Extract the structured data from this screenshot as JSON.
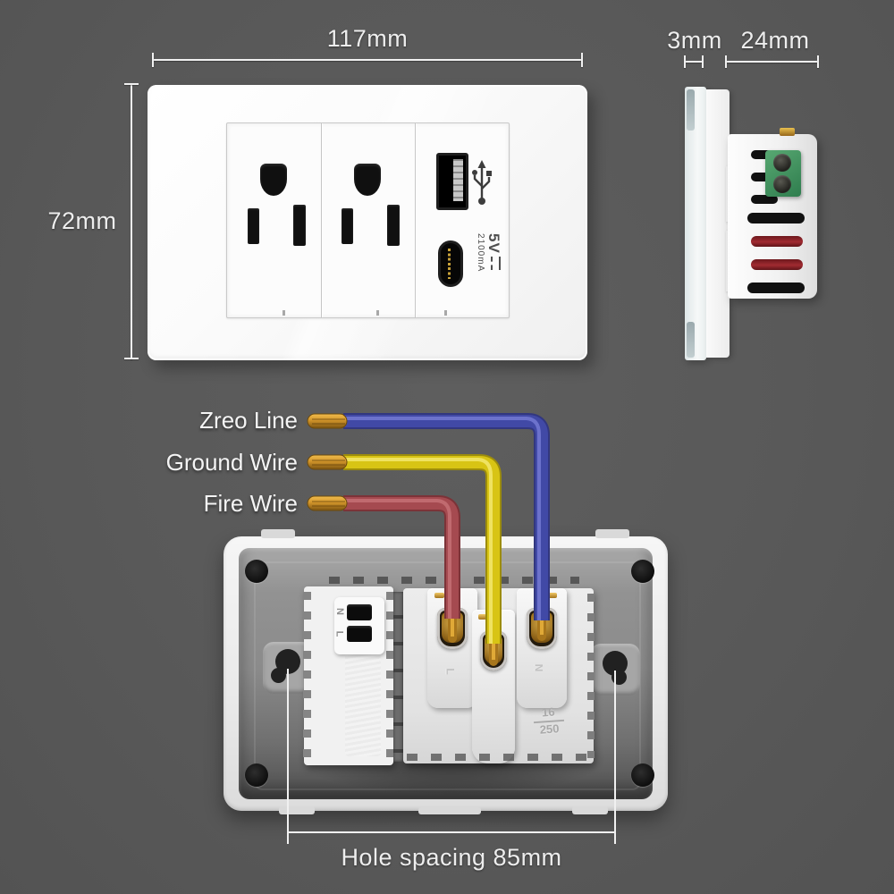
{
  "front_view": {
    "width_label": "117mm",
    "height_label": "72mm",
    "usb_port": {
      "voltage": "5V",
      "current": "2100mA"
    }
  },
  "side_view": {
    "thickness_label": "3mm",
    "depth_label": "24mm"
  },
  "wiring": {
    "wires": [
      {
        "label": "Zreo Line",
        "color": "#4149a6"
      },
      {
        "label": "Ground Wire",
        "color": "#d8c414"
      },
      {
        "label": "Fire Wire",
        "color": "#a54a50"
      }
    ]
  },
  "back_view": {
    "usb_module": {
      "terminal_top": "N",
      "terminal_bottom": "L"
    },
    "terminal_left": "L",
    "terminal_right": "N",
    "rating": {
      "current": "16",
      "voltage": "250"
    },
    "hole_spacing_label": "Hole spacing 85mm"
  },
  "colors": {
    "background": "#5a5a5a",
    "dimension_lines": "#f0f0f0",
    "wire_zero_line": "#4149a6",
    "wire_ground": "#d8c414",
    "wire_fire": "#a54a50",
    "copper": "#c08a28",
    "terminal_green": "#2f7d4e"
  }
}
